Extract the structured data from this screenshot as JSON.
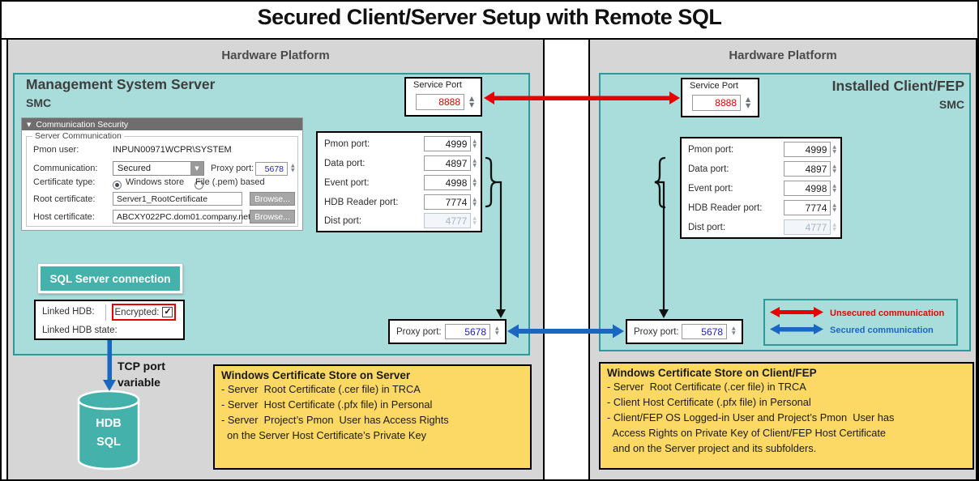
{
  "title": "Secured Client/Server Setup with Remote SQL",
  "colors": {
    "red": "#e60000",
    "blue": "#1a67c1",
    "black": "#111111",
    "teal_fill": "#a9dddb",
    "teal_border": "#2a9b98",
    "teal_solid": "#45b1ab",
    "yellow": "#fcd964",
    "platform_gray": "#d6d6d6",
    "value_red": "#e60000",
    "value_blue": "#2020cf"
  },
  "left": {
    "platform_label": "Hardware Platform",
    "title": "Management System Server",
    "subtitle": "SMC",
    "panel": {
      "header": "Communication Security",
      "group": "Server Communication",
      "pmon_label": "Pmon user:",
      "pmon_value": "INPUN00971WCPR\\SYSTEM",
      "comm_label": "Communication:",
      "comm_value": "Secured",
      "proxy_label": "Proxy port:",
      "proxy_value": "5678",
      "cert_label": "Certificate type:",
      "radio_windows": "Windows store",
      "radio_file": "File (.pem) based",
      "root_label": "Root certificate:",
      "root_value": "Server1_RootCertificate",
      "host_label": "Host certificate:",
      "host_value": "ABCXY022PC.dom01.company.net",
      "browse": "Browse..."
    },
    "service_port": {
      "label": "Service Port",
      "value": "8888"
    },
    "ports": [
      {
        "label": "Pmon port:",
        "value": "4999"
      },
      {
        "label": "Data port:",
        "value": "4897"
      },
      {
        "label": "Event port:",
        "value": "4998"
      },
      {
        "label": "HDB Reader port:",
        "value": "7774"
      },
      {
        "label": "Dist port:",
        "value": "4777"
      }
    ],
    "sql_button": "SQL Server connection",
    "linked": {
      "hdb_label": "Linked HDB:",
      "encrypted_label": "Encrypted:",
      "check": "✓",
      "state_label": "Linked HDB state:"
    },
    "tcp_note_line1": "TCP port",
    "tcp_note_line2": "variable",
    "cylinder_line1": "HDB",
    "cylinder_line2": "SQL",
    "proxy": {
      "label": "Proxy port:",
      "value": "5678"
    },
    "note": {
      "title": "Windows Certificate Store on Server",
      "lines": [
        "- Server  Root Certificate (.cer file) in TRCA",
        "- Server  Host Certificate (.pfx file) in Personal",
        "- Server  Project’s Pmon  User has Access Rights",
        "  on the Server Host Certificate’s Private Key"
      ]
    }
  },
  "right": {
    "platform_label": "Hardware Platform",
    "title": "Installed Client/FEP",
    "subtitle": "SMC",
    "service_port": {
      "label": "Service Port",
      "value": "8888"
    },
    "ports": [
      {
        "label": "Pmon port:",
        "value": "4999"
      },
      {
        "label": "Data port:",
        "value": "4897"
      },
      {
        "label": "Event port:",
        "value": "4998"
      },
      {
        "label": "HDB Reader port:",
        "value": "7774"
      },
      {
        "label": "Dist port:",
        "value": "4777"
      }
    ],
    "proxy": {
      "label": "Proxy port:",
      "value": "5678"
    },
    "legend": {
      "unsecured": "Unsecured communication",
      "secured": "Secured communication"
    },
    "note": {
      "title": "Windows Certificate Store on Client/FEP",
      "lines": [
        "- Server  Root Certificate (.cer file) in TRCA",
        "- Client Host Certificate (.pfx file) in Personal",
        "- Client/FEP OS Logged-in User and Project’s Pmon  User has",
        "  Access Rights on Private Key of Client/FEP Host Certificate",
        "  and on the Server project and its subfolders."
      ]
    }
  }
}
